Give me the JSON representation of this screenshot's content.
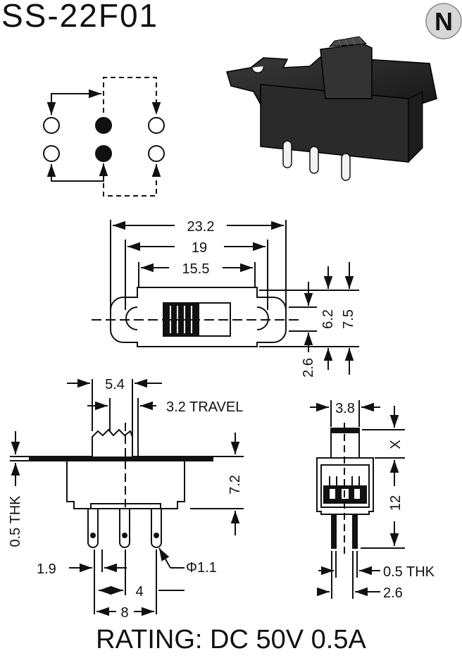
{
  "part_number": "SS-22F01",
  "logo_letter": "N",
  "rating": "RATING: DC 50V 0.5A",
  "dimensions": {
    "overall_length": "23.2",
    "mount_hole_pitch": "19",
    "body_length": "15.5",
    "body_width": "6.2",
    "flange_width": "7.5",
    "hole_offset": "2.6",
    "knob_width": "5.4",
    "travel": "3.2 TRAVEL",
    "body_height": "7.2",
    "flange_thickness": "0.5 THK",
    "pin_offset": "1.9",
    "pin_diameter": "Φ1.1",
    "pin_pitch": "4",
    "pin_span": "8",
    "knob_depth": "3.8",
    "knob_height": "X",
    "total_height": "12",
    "pin_thickness": "0.5 THK",
    "pin_row_offset": "2.6"
  }
}
